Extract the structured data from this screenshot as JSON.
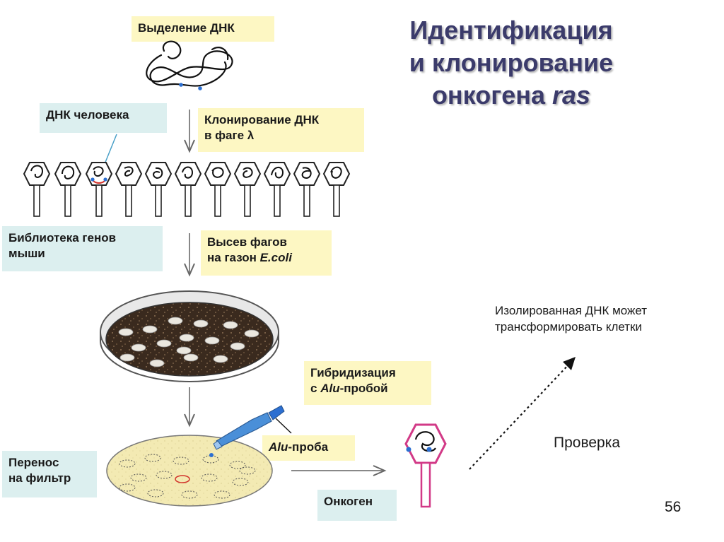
{
  "title": {
    "line1": "Идентификация",
    "line2": "и клонирование",
    "line3_prefix": "онкогена ",
    "line3_italic": "ras"
  },
  "labels": {
    "dna_isolation": "Выделение ДНК",
    "human_dna": "ДНК человека",
    "cloning_line1": "Клонирование ДНК",
    "cloning_line2": "в фаге λ",
    "library_line1": "Библиотека генов",
    "library_line2": "мыши",
    "plating_line1": "Высев фагов",
    "plating_line2_prefix": "на газон ",
    "plating_line2_italic": "E.coli",
    "hybrid_line1": "Гибридизация",
    "hybrid_line2_prefix": "с ",
    "hybrid_line2_italic": "Alu",
    "hybrid_line2_suffix": "-пробой",
    "probe_italic": "Alu",
    "probe_suffix": "-проба",
    "transfer_line1": "Перенос",
    "transfer_line2": "на фильтр",
    "oncogene": "Онкоген",
    "isolated_line1": "Изолированная ДНК может",
    "isolated_line2": "трансформировать клетки",
    "check": "Проверка"
  },
  "page_number": "56",
  "colors": {
    "yellow_box": "#fdf7c3",
    "teal_box": "#dcefef",
    "title": "#3b3b6b",
    "highlight_blue": "#2c6fd1",
    "highlight_red": "#d2332b",
    "phage_pink": "#d23a87"
  }
}
